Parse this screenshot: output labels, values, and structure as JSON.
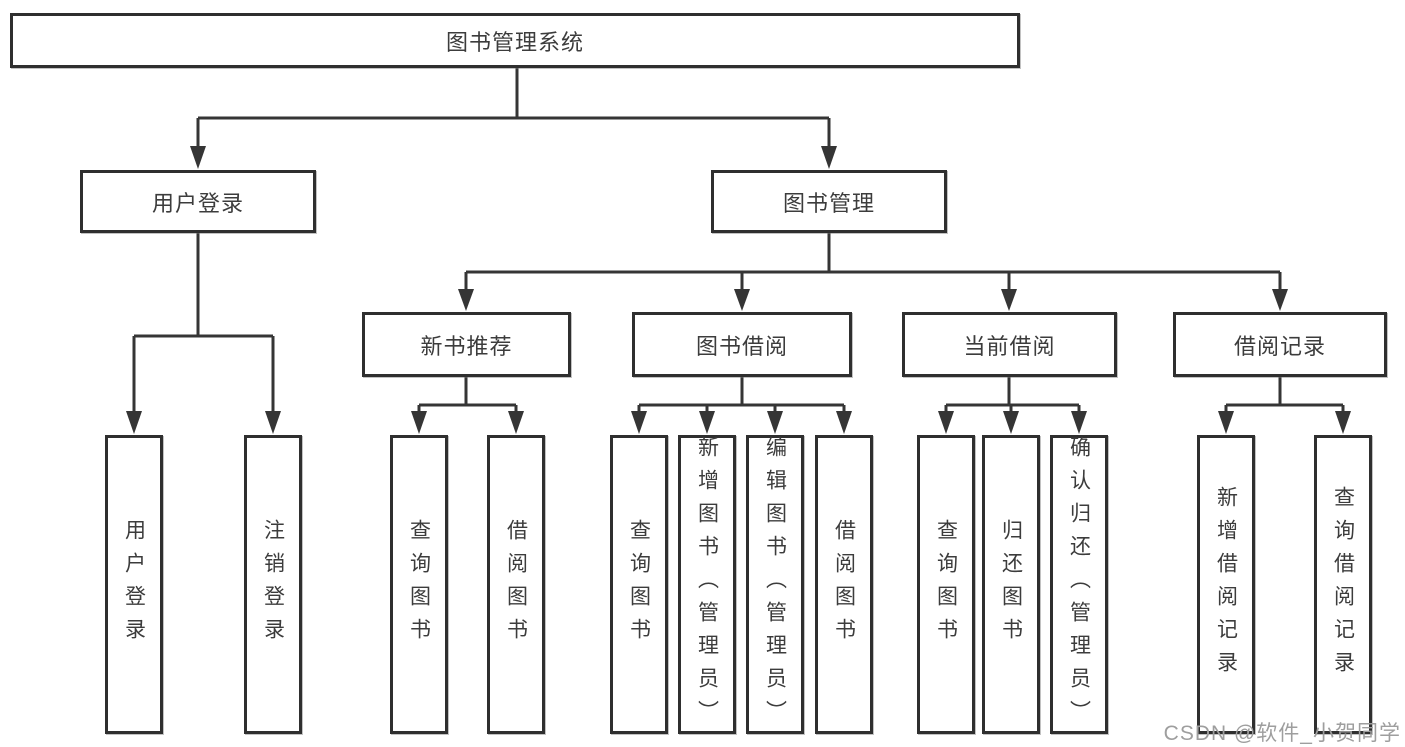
{
  "diagram": {
    "root": {
      "label": "图书管理系统"
    },
    "branches": {
      "user_login": {
        "label": "用户登录"
      },
      "book_mgmt": {
        "label": "图书管理"
      }
    },
    "modules": {
      "new_book_rec": {
        "label": "新书推荐"
      },
      "book_borrow": {
        "label": "图书借阅"
      },
      "current_borrow": {
        "label": "当前借阅"
      },
      "borrow_records": {
        "label": "借阅记录"
      }
    },
    "leaves": {
      "user_login_action": "用户登录",
      "user_logout": "注销登录",
      "newbook_query": "查询图书",
      "newbook_borrow": "借阅图书",
      "borrow_query": "查询图书",
      "borrow_add_admin": "新增图书（管理员）",
      "borrow_edit_admin": "编辑图书（管理员）",
      "borrow_borrow": "借阅图书",
      "current_query": "查询图书",
      "current_return": "归还图书",
      "current_confirm_admin": "确认归还（管理员）",
      "records_add": "新增借阅记录",
      "records_query": "查询借阅记录"
    }
  },
  "watermark": {
    "text": "CSDN @软件_小贺同学"
  },
  "colors": {
    "line": "#353535",
    "border": "#2f2f2f",
    "text": "#3c3c3c",
    "watermark": "#9e9e9e"
  }
}
